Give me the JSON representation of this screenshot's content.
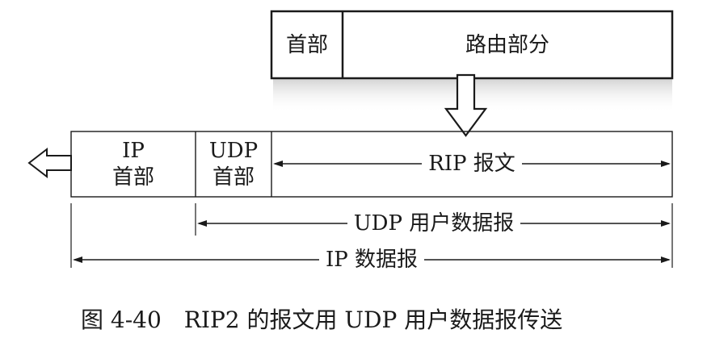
{
  "rip_message": {
    "header": "首部",
    "routing_part": "路由部分"
  },
  "ip_datagram_row": {
    "ip_header_line1": "IP",
    "ip_header_line2": "首部",
    "udp_header_line1": "UDP",
    "udp_header_line2": "首部",
    "rip_message_label": "RIP 报文"
  },
  "spans": {
    "udp_datagram": "UDP 用户数据报",
    "ip_datagram": "IP 数据报"
  },
  "caption": "图 4-40　RIP2 的报文用 UDP 用户数据报传送",
  "colors": {
    "ink": "#1a1a1a",
    "shadow": "#d9d9d9"
  },
  "icons": [
    "down-arrow-icon",
    "left-arrow-icon"
  ]
}
